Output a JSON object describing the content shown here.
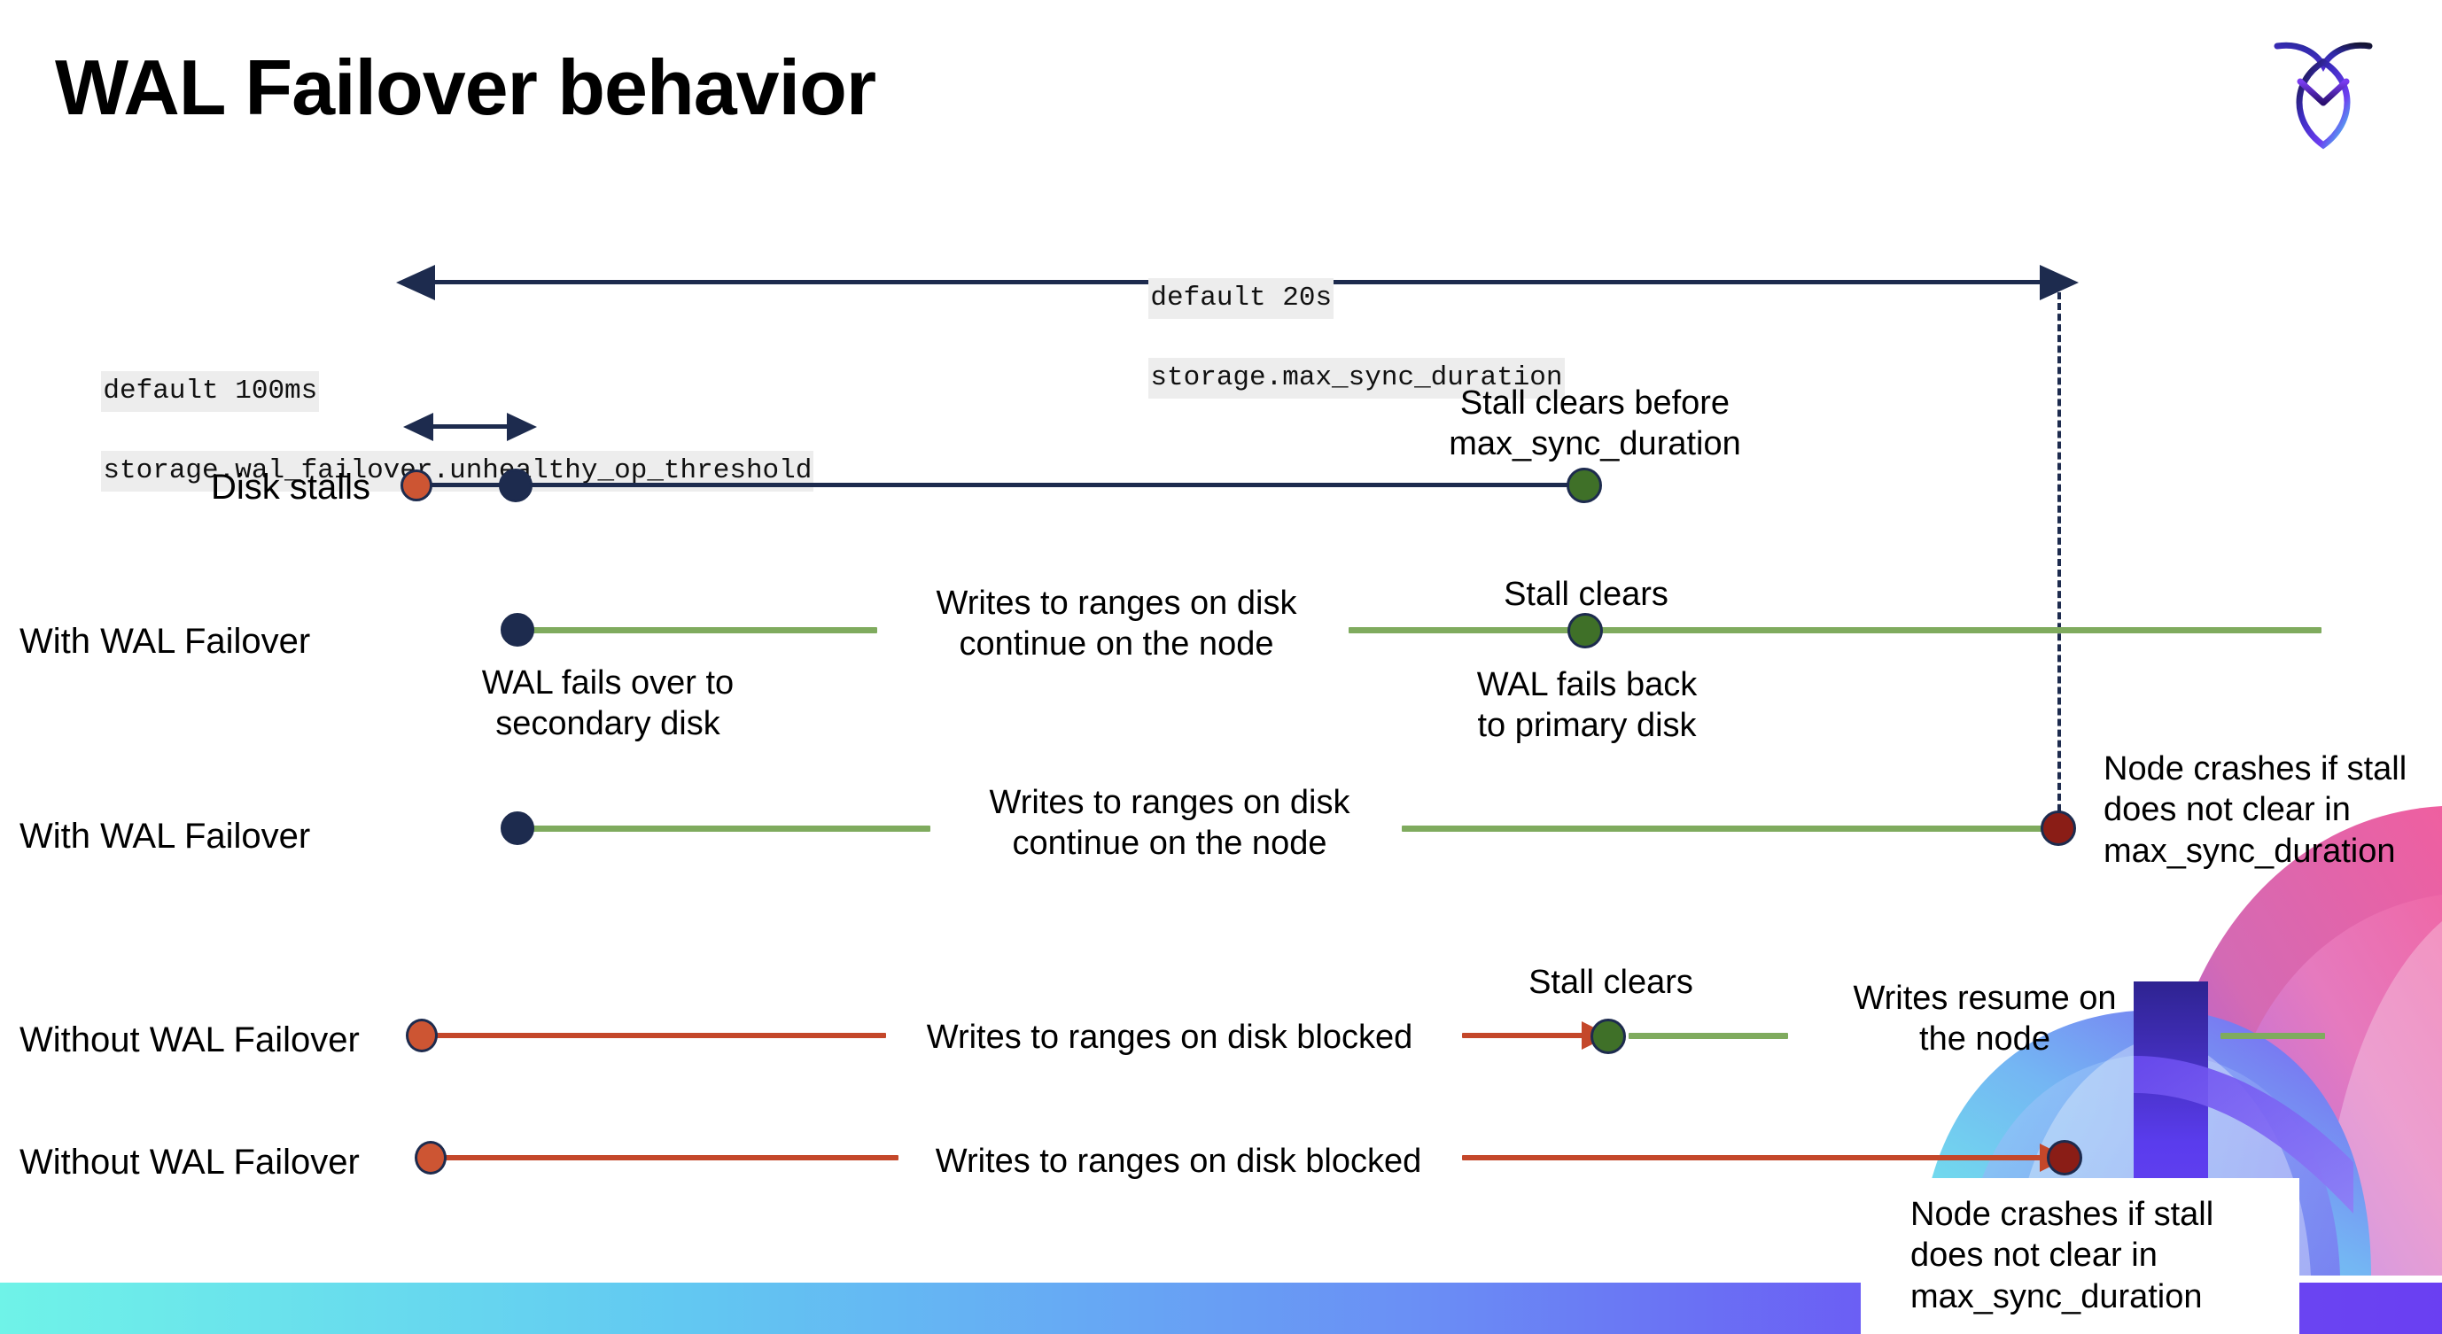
{
  "slide": {
    "title": "WAL Failover behavior",
    "logo_name": "cockroachdb-logo"
  },
  "annotations": {
    "max_sync": {
      "line1": "default 20s",
      "line2": "storage.max_sync_duration"
    },
    "unhealthy_threshold": {
      "line1": "default 100ms",
      "line2": "storage.wal_failover.unhealthy_op_threshold"
    }
  },
  "rows": [
    {
      "id": "disk-stalls",
      "label": "Disk stalls",
      "note_top": "Stall clears before\nmax_sync_duration"
    },
    {
      "id": "with-wal-failover-1",
      "label": "With WAL Failover",
      "note_mid": "Writes to ranges on disk\ncontinue on the node",
      "note_top": "Stall clears",
      "note_below_left": "WAL fails over to\nsecondary disk",
      "note_below_right": "WAL fails  back\nto primary disk"
    },
    {
      "id": "with-wal-failover-2",
      "label": "With WAL Failover",
      "note_mid": "Writes to ranges on disk\ncontinue on the node",
      "note_right": "Node crashes if stall\ndoes not clear in\nmax_sync_duration"
    },
    {
      "id": "without-wal-failover-1",
      "label": "Without WAL Failover",
      "note_mid": "Writes to ranges on disk  blocked",
      "note_top": "Stall clears",
      "note_right": "Writes resume on\nthe node"
    },
    {
      "id": "without-wal-failover-2",
      "label": "Without WAL Failover",
      "note_mid": "Writes to ranges on disk  blocked",
      "note_box": "Node crashes if stall\ndoes not clear in\nmax_sync_duration"
    }
  ],
  "colors": {
    "navy": "#1d2b4e",
    "green_line": "#7fab5e",
    "green_dot": "#3f7028",
    "orange_line": "#c4472a",
    "orange_dot": "#cd5533",
    "dark_red_dot": "#8a1d16",
    "code_bg": "#ededed",
    "bar_gradient_start": "#6ff3e8",
    "bar_gradient_end": "#6a3ff2"
  }
}
